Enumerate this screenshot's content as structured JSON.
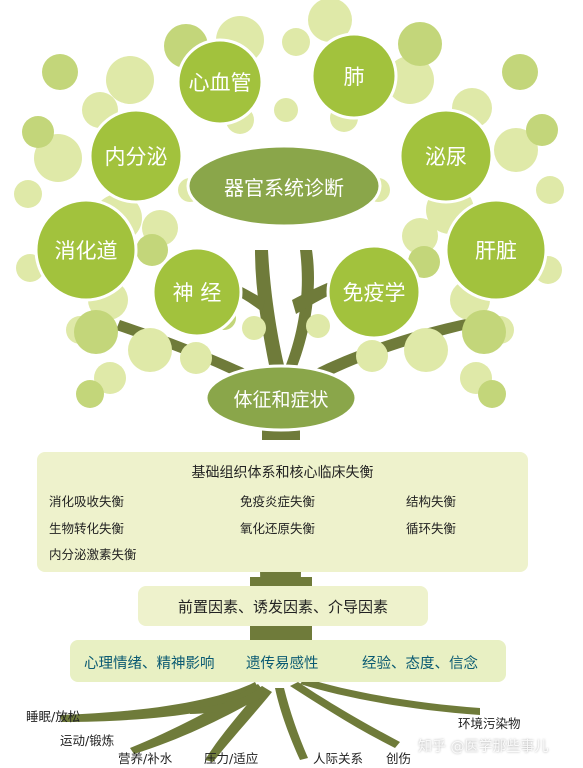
{
  "colors": {
    "circle_dark": "#a2c23d",
    "circle_light": "#dfe9a8",
    "center_node": "#8aa64a",
    "trunk": "#6f7b3a",
    "panel": "#eef2cc",
    "psych_text": "#0a5a72"
  },
  "crown": {
    "center": "器官系统诊断",
    "organs": [
      "心血管",
      "肺",
      "内分泌",
      "泌尿",
      "消化道",
      "肝脏",
      "神 经",
      "免疫学"
    ],
    "lower_node": "体征和症状"
  },
  "foundation": {
    "title": "基础组织体系和核心临床失衡",
    "items": [
      "消化吸收失衡",
      "免疫炎症失衡",
      "结构失衡",
      "生物转化失衡",
      "氧化还原失衡",
      "循环失衡",
      "内分泌激素失衡"
    ]
  },
  "factors": "前置因素、诱发因素、介导因素",
  "psych": [
    "心理情绪、精神影响",
    "遗传易感性",
    "经验、态度、信念"
  ],
  "roots": [
    "睡眠/放松",
    "运动/锻炼",
    "营养/补水",
    "压力/适应",
    "人际关系",
    "创伤",
    "环境污染物"
  ],
  "watermark": "知乎 @医学那些事儿"
}
